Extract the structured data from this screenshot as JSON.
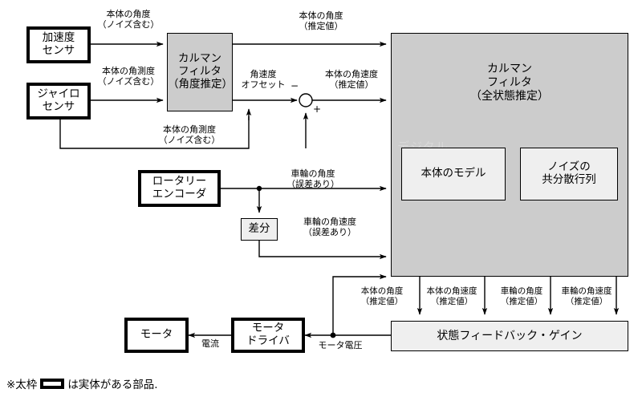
{
  "diagram": {
    "title_footnote": {
      "prefix": "※太枠",
      "suffix": "は実体がある部品."
    },
    "nodes": {
      "accel_sensor": "加速度\nセンサ",
      "accel_sensor_l1": "加速度",
      "accel_sensor_l2": "センサ",
      "gyro_sensor_l1": "ジャイロ",
      "gyro_sensor_l2": "センサ",
      "kalman_angle_l1": "カルマン",
      "kalman_angle_l2": "フィルタ",
      "kalman_angle_l3": "（角度推定）",
      "kalman_full_l1": "カルマン",
      "kalman_full_l2": "フィルタ",
      "kalman_full_l3": "（全状態推定）",
      "body_model": "本体のモデル",
      "noise_cov_l1": "ノイズの",
      "noise_cov_l2": "共分散行列",
      "rotary_encoder_l1": "ロータリー",
      "rotary_encoder_l2": "エンコーダ",
      "difference": "差分",
      "state_feedback_gain": "状態フィードバック・ゲイン",
      "motor": "モータ",
      "motor_driver_l1": "モータ",
      "motor_driver_l2": "ドライバ"
    },
    "signals": {
      "accel_out_l1": "本体の角度",
      "accel_out_l2": "（ノイズ含む）",
      "gyro_out_l1": "本体の角測度",
      "gyro_out_l2": "（ノイズ含む）",
      "gyro_bypass_l1": "本体の角測度",
      "gyro_bypass_l2": "（ノイズ含む）",
      "kf_angle_est_l1": "本体の角度",
      "kf_angle_est_l2": "（推定値）",
      "offset_l1": "角速度",
      "offset_l2": "オフセット",
      "body_rate_est_l1": "本体の角速度",
      "body_rate_est_l2": "（推定値）",
      "wheel_angle_l1": "車輪の角度",
      "wheel_angle_l2": "（誤差あり）",
      "wheel_rate_l1": "車輪の角速度",
      "wheel_rate_l2": "（誤差あり）",
      "fb1_l1": "本体の角度",
      "fb1_l2": "（推定値）",
      "fb2_l1": "本体の角速度",
      "fb2_l2": "（推定値）",
      "fb3_l1": "車輪の角度",
      "fb3_l2": "（推定値）",
      "fb4_l1": "車輪の角速度",
      "fb4_l2": "（推定値）",
      "current": "電流",
      "motor_voltage": "モータ電圧",
      "sum_minus": "−",
      "sum_plus": "+"
    },
    "colors": {
      "grey_block": "#cccccc",
      "light_block": "#efefef",
      "line": "#000000",
      "background": "#ffffff"
    }
  }
}
